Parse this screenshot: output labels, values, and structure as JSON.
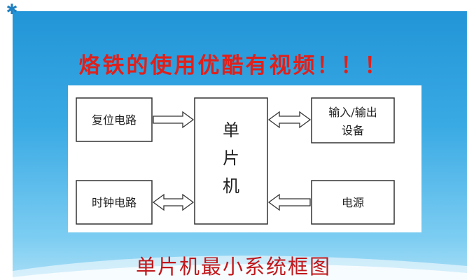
{
  "headline": "烙铁的使用优酷有视频！！！",
  "caption": "单片机最小系统框图",
  "diagram": {
    "reset_circuit": "复位电路",
    "clock_circuit": "时钟电路",
    "mcu_lines": [
      "单",
      "片",
      "机"
    ],
    "io_device_line1": "输入/输出",
    "io_device_line2": "设备",
    "power": "电源"
  },
  "colors": {
    "headline": "#e0201b",
    "caption": "#c0181c",
    "background_top": "#1f93d6",
    "background_bottom": "#a9def6"
  },
  "icons": {
    "decor": "star-icon"
  }
}
